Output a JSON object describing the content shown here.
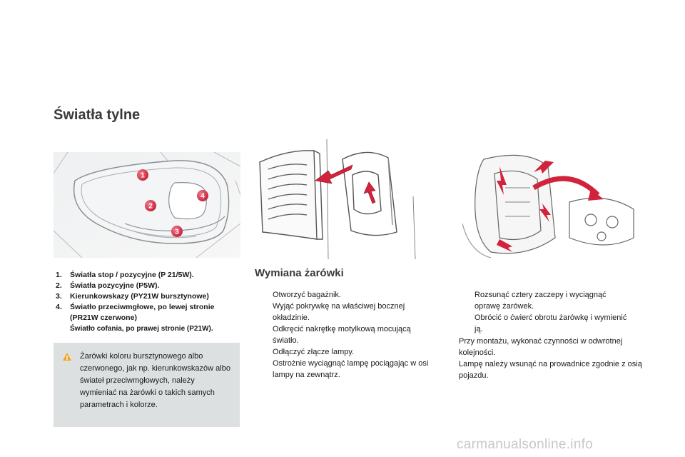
{
  "page": {
    "title": "Światła tylne"
  },
  "legend": [
    {
      "num": "1.",
      "text": "Światła stop / pozycyjne (P 21/5W)."
    },
    {
      "num": "2.",
      "text": "Światła pozycyjne (P5W)."
    },
    {
      "num": "3.",
      "text": "Kierunkowskazy (PY21W bursztynowe)"
    },
    {
      "num": "4.",
      "text": "Światło przeciwmgłowe, po lewej stronie (PR21W czerwone)",
      "subtext": "Światło cofania, po prawej stronie (P21W)."
    }
  ],
  "callouts": [
    "1",
    "2",
    "3",
    "4"
  ],
  "note": {
    "icon": "info-icon",
    "text": "Żarówki koloru bursztynowego albo czerwonego, jak np. kierunkowskazów albo świateł przeciwmgłowych, należy wymieniać na żarówki o takich samych parametrach i kolorze."
  },
  "section": {
    "heading": "Wymiana żarówki",
    "bullet_glyph": "",
    "steps_left": [
      "Otworzyć bagażnik.",
      "Wyjąć pokrywkę na właściwej bocznej okładzinie.",
      "Odkręcić nakrętkę motylkową mocującą światło.",
      "Odłączyć złącze lampy.",
      "Ostrożnie wyciągnąć lampę pociągając w osi lampy na zewnątrz."
    ],
    "steps_right": [
      "Rozsunąć cztery zaczepy i wyciągnąć oprawę żarówek.",
      "Obrócić o ćwierć obrotu żarówkę i wymienić ją."
    ],
    "para_1": "Przy montażu, wykonać czynności w odwrotnej kolejności.",
    "para_2": "Lampę należy wsunąć na prowadnice zgodnie z osią pojazdu."
  },
  "colors": {
    "callout_red": "#d2233c",
    "arrow_red": "#d2233c",
    "note_bg": "#dde0e1"
  },
  "watermark": "carmanualsonline.info"
}
